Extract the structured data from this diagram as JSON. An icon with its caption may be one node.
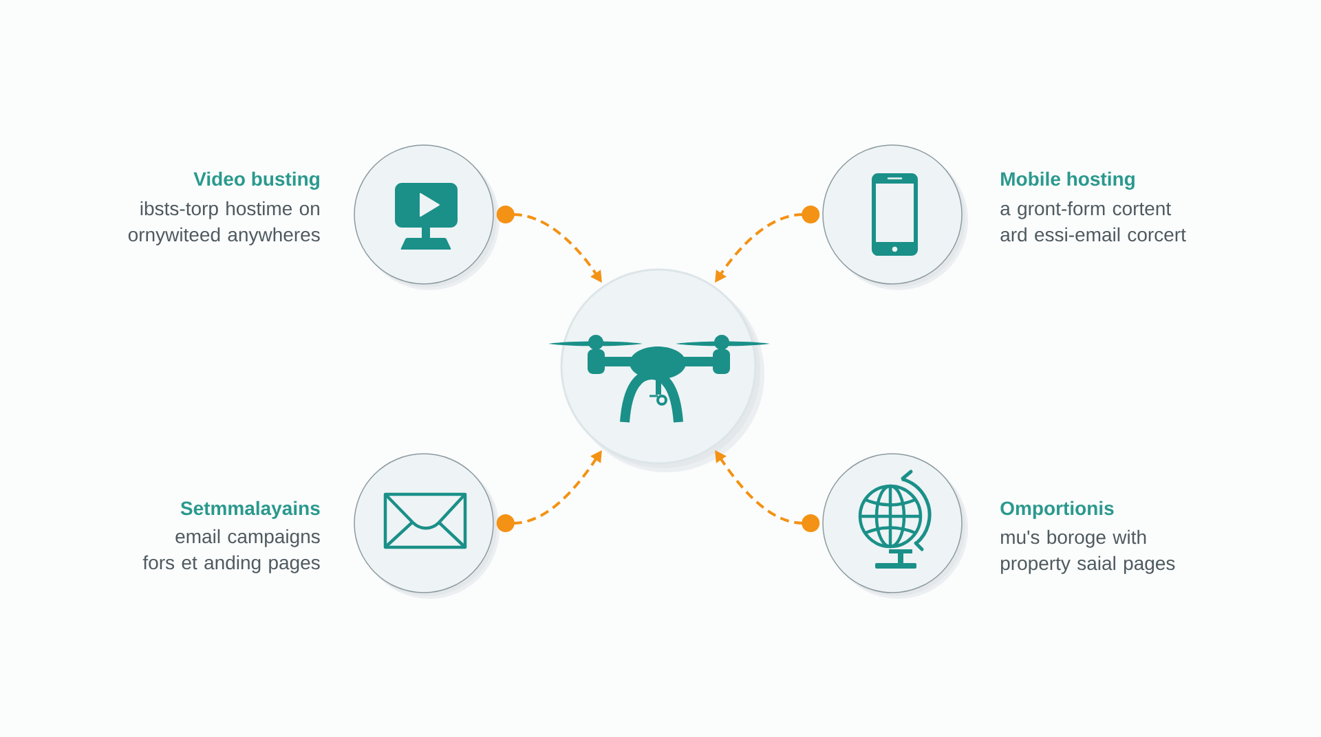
{
  "diagram": {
    "nodes": [
      {
        "text": [],
        "shape": "circle",
        "beside": [
          "Video busting",
          "ibsts-torp hostime on ornywiteed anywheres"
        ]
      },
      {
        "text": [],
        "shape": "circle",
        "beside": [
          "Mobile hosting",
          "a gront-form cortent ard essi-email corcert"
        ]
      },
      {
        "text": [],
        "shape": "circle"
      },
      {
        "text": [],
        "shape": "circle",
        "beside": [
          "Setmmalayains",
          "email campaigns fors et anding pages"
        ]
      },
      {
        "text": [],
        "shape": "circle",
        "beside": [
          "Omportionis",
          "mu's boroge with property saial pages"
        ]
      }
    ],
    "edges": [
      {
        "from": 0,
        "to": 2,
        "arrow": "to",
        "style": "dashed"
      },
      {
        "from": 1,
        "to": 2,
        "arrow": "to",
        "style": "dashed"
      },
      {
        "from": 3,
        "to": 2,
        "arrow": "to",
        "style": "dashed"
      },
      {
        "from": 4,
        "to": 2,
        "arrow": "to",
        "style": "dashed"
      }
    ]
  }
}
